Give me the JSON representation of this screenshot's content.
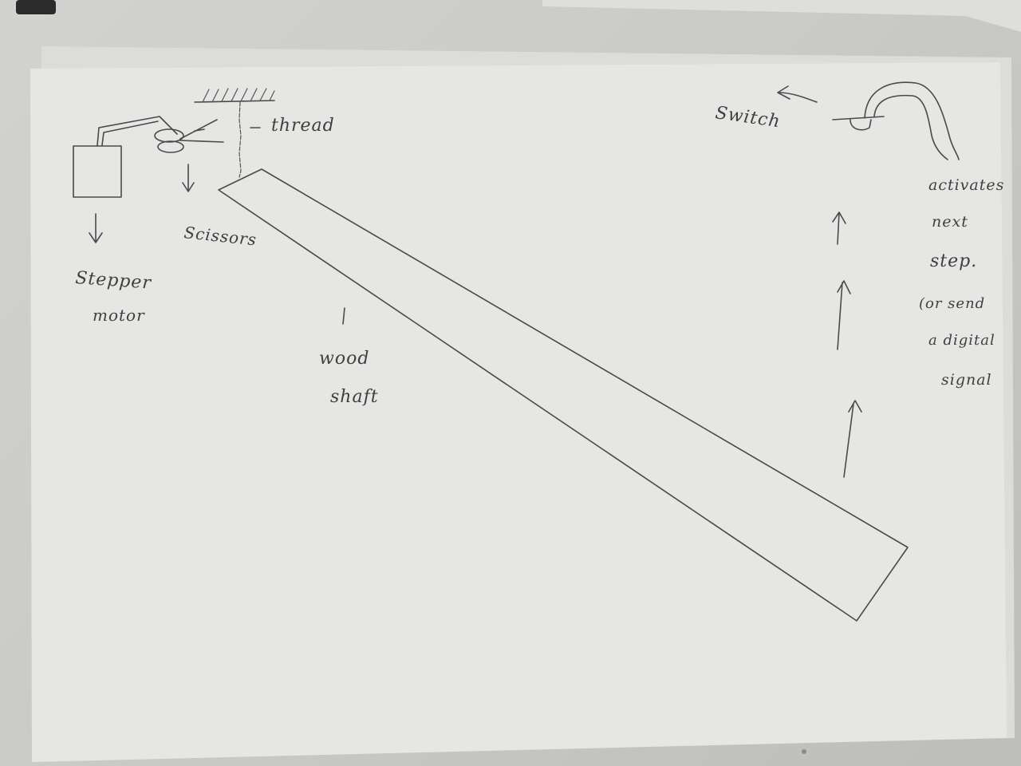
{
  "labels": {
    "thread": "thread",
    "stepper_line1": "Stepper",
    "stepper_line2": "motor",
    "scissors": "Scissors",
    "wood_line1": "wood",
    "wood_line2": "shaft",
    "switch": "Switch",
    "activates_line1": "activates",
    "activates_line2": "next",
    "activates_line3": "step.",
    "activates_line4": "(or send",
    "activates_line5": "a digital",
    "activates_line6": "signal"
  },
  "colors": {
    "paper": "#e6e6e4",
    "paper_shadow": "#dcdcda",
    "ink": "#4a4a4a",
    "background": "#c9c9c7"
  },
  "icons": {
    "stepper-motor": "square-box",
    "scissors": "scissors-sketch",
    "switch": "lever-switch-sketch",
    "ceiling-mount": "hatched-beam"
  }
}
